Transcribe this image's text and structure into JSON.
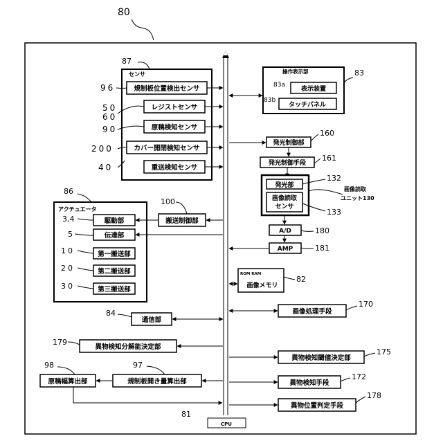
{
  "figure_number": "80",
  "bus": {
    "label": "CPU",
    "ref": "81"
  },
  "sensor_group": {
    "label": "センサ",
    "ref": "87",
    "items": [
      {
        "label": "規制板位置検出センサ",
        "ref": "96"
      },
      {
        "label": "レジストセンサ",
        "ref": "50\n60"
      },
      {
        "label": "原稿検知センサ",
        "ref": "90"
      },
      {
        "label": "カバー開閉検知センサ",
        "ref": "200"
      },
      {
        "label": "重送検知センサ",
        "ref": "40"
      }
    ]
  },
  "operation_panel": {
    "label": "操作表示部",
    "ref": "83",
    "display": {
      "label": "表示装置",
      "ref": "83a"
    },
    "touch": {
      "label": "タッチパネル",
      "ref": "83b"
    }
  },
  "light_control": {
    "label": "発光制御部",
    "ref": "160"
  },
  "light_means": {
    "label": "発光制御手段",
    "ref": "161"
  },
  "reading_unit": {
    "label": "画像読取\nユニット130",
    "emitter": {
      "label": "発光部",
      "ref": "132"
    },
    "sensor": {
      "label": "画像読取\nセンサ",
      "ref": "133"
    }
  },
  "ad": {
    "label": "A/D",
    "ref": "180"
  },
  "amp": {
    "label": "AMP",
    "ref": "181"
  },
  "memory": {
    "top_label": "ROM RAM",
    "label": "画像メモリ",
    "ref": "82"
  },
  "actuator_group": {
    "label": "アクチュエータ",
    "ref": "86",
    "items": [
      {
        "label": "駆動部",
        "ref": "3,4"
      },
      {
        "label": "伝達部",
        "ref": "5"
      },
      {
        "label": "第一搬送部",
        "ref": "10"
      },
      {
        "label": "第二搬送部",
        "ref": "20"
      },
      {
        "label": "第三搬送部",
        "ref": "30"
      }
    ]
  },
  "transport_control": {
    "label": "搬送制御部",
    "ref": "100"
  },
  "communication": {
    "label": "通信部",
    "ref": "84"
  },
  "image_processing": {
    "label": "画像処理手段",
    "ref": "170"
  },
  "resolution_decision": {
    "label": "異物検知分解能決定部",
    "ref": "179"
  },
  "threshold_decision": {
    "label": "異物検知閾値決定部",
    "ref": "175"
  },
  "width_calc": {
    "label": "原稿幅算出部",
    "ref": "98"
  },
  "opening_calc": {
    "label": "規制板開き量算出部",
    "ref": "97"
  },
  "detection_means": {
    "label": "異物検知手段",
    "ref": "172"
  },
  "position_judgment": {
    "label": "異物位置判定手段",
    "ref": "178"
  }
}
